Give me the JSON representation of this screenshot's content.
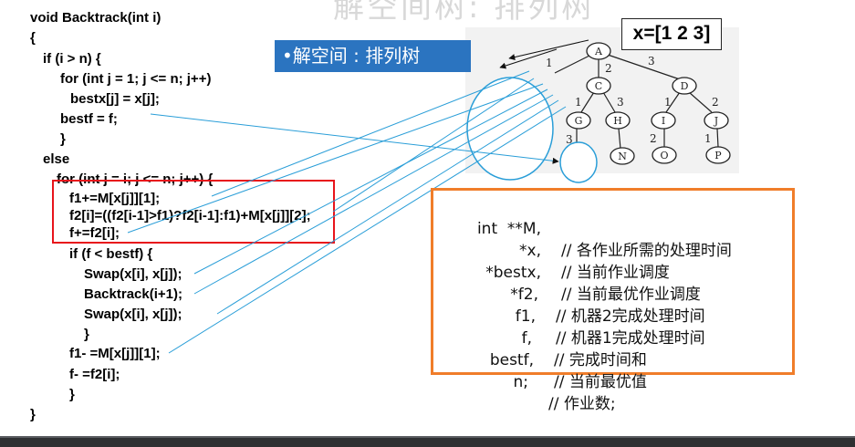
{
  "slide": {
    "faded_title": "解空间树: 排列树",
    "solution_space_label": "•解空间 : 排列树",
    "permutation": "x=[1 2 3]"
  },
  "code_lines": [
    "void Backtrack(int i)",
    "{",
    "if (i > n) {",
    "for (int j = 1; j <= n; j++)",
    "bestx[j] = x[j];",
    "bestf = f;",
    "}",
    "else",
    "for (int j = i; j <= n; j++) {",
    "f1+=M[x[j]][1];",
    "f2[i]=((f2[i-1]>f1)?f2[i-1]:f1)+M[x[j]][2];",
    "f+=f2[i];",
    "if (f < bestf) {",
    "Swap(x[i], x[j]);",
    "Backtrack(i+1);",
    "Swap(x[i], x[j]);",
    "}",
    "f1- =M[x[j]][1];",
    "f- =f2[i];",
    "}",
    "}"
  ],
  "tree": {
    "nodes": [
      "A",
      "C",
      "D",
      "G",
      "H",
      "I",
      "J",
      "N",
      "O",
      "P"
    ],
    "edge_labels": [
      "1",
      "2",
      "3",
      "1",
      "3",
      "1",
      "2",
      "3",
      "2",
      "1"
    ]
  },
  "variables": [
    {
      "decl": "int  **M,",
      "comment": "// 各作业所需的处理时间"
    },
    {
      "decl": "*x,",
      "comment": "// 当前作业调度"
    },
    {
      "decl": "*bestx,",
      "comment": "// 当前最优作业调度"
    },
    {
      "decl": "*f2,",
      "comment": "// 机器2完成处理时间"
    },
    {
      "decl": "f1,",
      "comment": "// 机器1完成处理时间"
    },
    {
      "decl": "f,",
      "comment": "// 完成时间和"
    },
    {
      "decl": "bestf,",
      "comment": "// 当前最优值"
    },
    {
      "decl": "n;",
      "comment": "// 作业数;"
    }
  ],
  "colors": {
    "highlight_box": "#e8141b",
    "label_bg": "#2b74c0",
    "var_box_border": "#f07d2a",
    "arrow_blue": "#2a9ed8"
  }
}
